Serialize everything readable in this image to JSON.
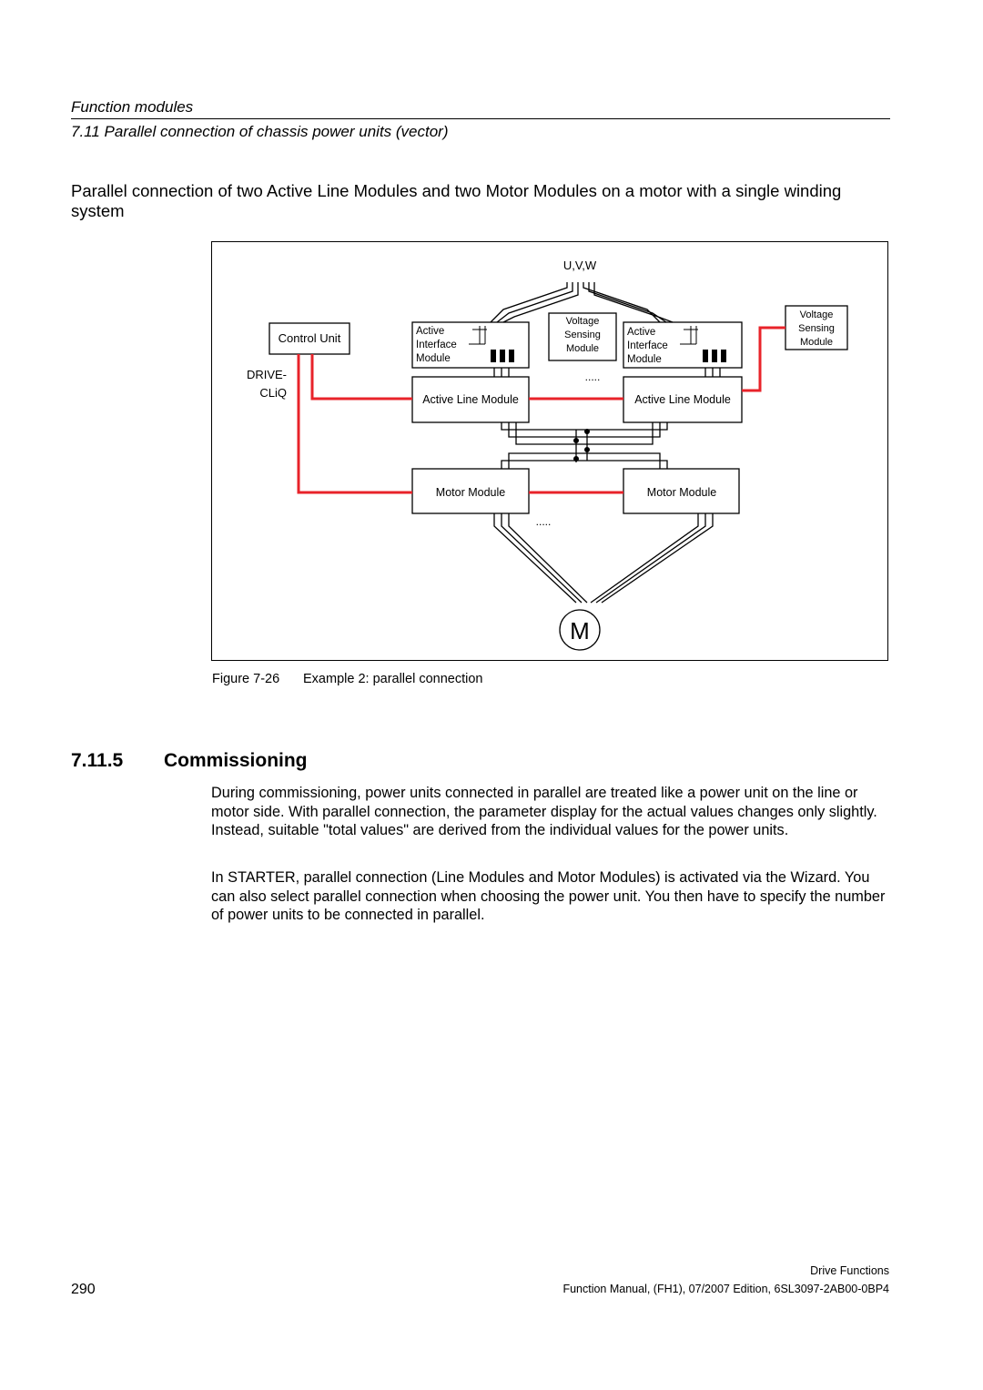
{
  "header": {
    "section": "Function modules",
    "subsection": "7.11 Parallel connection of chassis power units (vector)"
  },
  "heading": "Parallel connection of two Active Line Modules and two Motor Modules on a motor with a single winding system",
  "figure": {
    "labels": {
      "uvw": "U,V,W",
      "control_unit": "Control Unit",
      "drive": "DRIVE-",
      "cliq": "CLiQ",
      "aim_active": "Active",
      "aim_interface": "Interface",
      "aim_module": "Module",
      "vsm_voltage": "Voltage",
      "vsm_sensing": "Sensing",
      "vsm_module": "Module",
      "active_line_module": "Active Line Module",
      "motor_module": "Motor Module",
      "ellipsis": ".....",
      "motor": "M"
    },
    "colors": {
      "cliq_line": "#e8232a",
      "lines": "#000000"
    },
    "caption_number": "Figure 7-26",
    "caption_text": "Example 2: parallel connection"
  },
  "section": {
    "number": "7.11.5",
    "title": "Commissioning"
  },
  "paragraphs": [
    "During commissioning, power units connected in parallel are treated like a power unit on the line or motor side. With parallel connection, the parameter display for the actual values changes only slightly. Instead, suitable \"total values\" are derived from the individual values for the power units.",
    "In STARTER, parallel connection (Line Modules and Motor Modules) is activated via the Wizard. You can also select parallel connection when choosing the power unit. You then have to specify the number of power units to be connected in parallel."
  ],
  "footer": {
    "page": "290",
    "doc_title": "Drive Functions",
    "doc_info": "Function Manual, (FH1), 07/2007 Edition, 6SL3097-2AB00-0BP4"
  }
}
